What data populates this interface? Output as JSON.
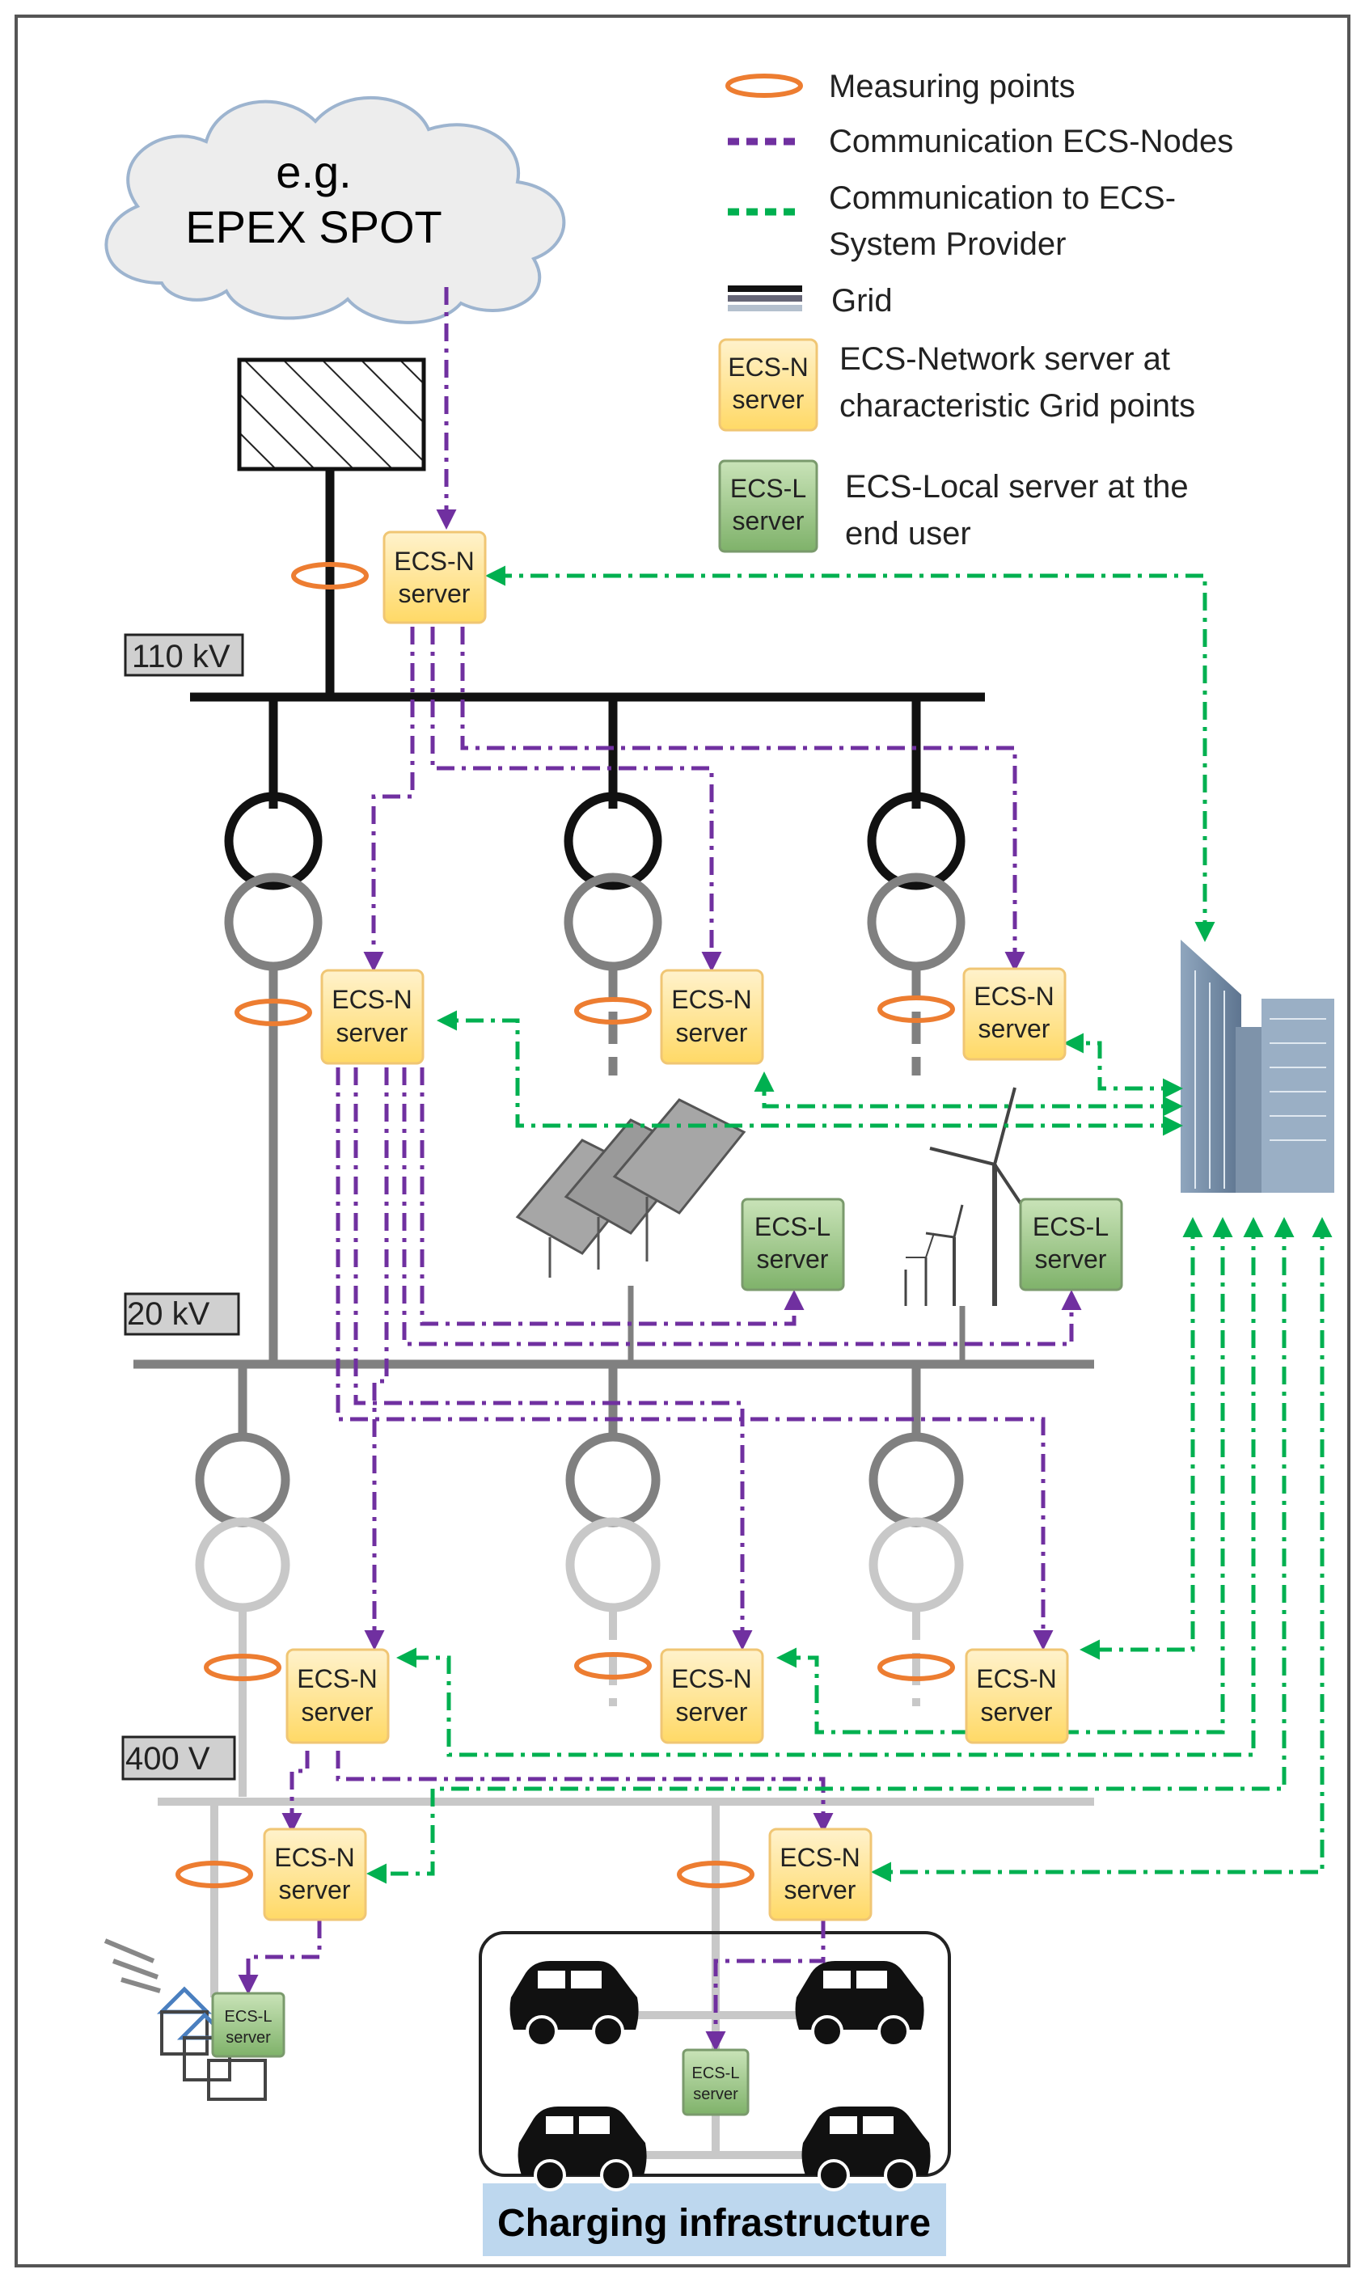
{
  "cloud": {
    "line1": "e.g.",
    "line2": "EPEX SPOT"
  },
  "legend": {
    "measuring_points": "Measuring points",
    "comm_nodes": "Communication ECS-Nodes",
    "comm_provider_line1": "Communication to ECS-",
    "comm_provider_line2": "System Provider",
    "grid": "Grid",
    "ecsn_desc_line1": "ECS-Network server at",
    "ecsn_desc_line2": "characteristic Grid points",
    "ecsl_desc_line1": "ECS-Local server at the",
    "ecsl_desc_line2": "end user"
  },
  "server": {
    "ecsn_line1": "ECS-N",
    "ecsl_line1": "ECS-L",
    "line2": "server"
  },
  "voltages": {
    "v110": "110 kV",
    "v20": "20 kV",
    "v400": "400 V"
  },
  "charging": {
    "label": "Charging infrastructure"
  },
  "colors": {
    "purple": "#7030A0",
    "green": "#00B050",
    "orange": "#ED7D31",
    "ecsn_fill": "#FFE699",
    "ecsl_fill": "#A9D08E",
    "charging_bg": "#BDD7EE"
  }
}
